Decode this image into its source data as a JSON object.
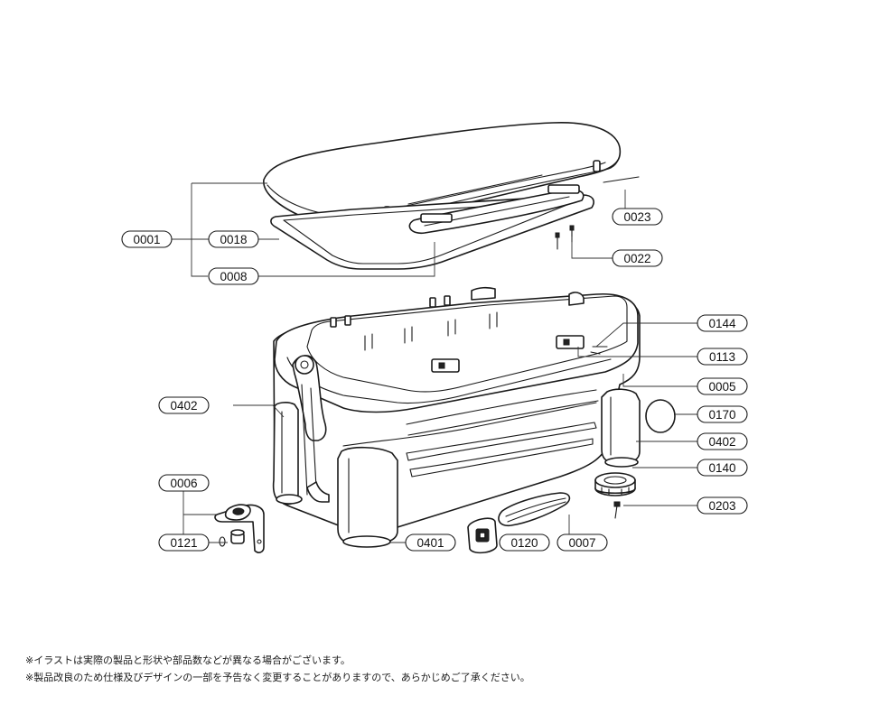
{
  "labels": [
    {
      "id": "0001",
      "text": "0001"
    },
    {
      "id": "0018",
      "text": "0018"
    },
    {
      "id": "0008",
      "text": "0008"
    },
    {
      "id": "0023",
      "text": "0023"
    },
    {
      "id": "0022",
      "text": "0022"
    },
    {
      "id": "0144",
      "text": "0144"
    },
    {
      "id": "0113",
      "text": "0113"
    },
    {
      "id": "0005",
      "text": "0005"
    },
    {
      "id": "0170",
      "text": "0170"
    },
    {
      "id": "0402a",
      "text": "0402"
    },
    {
      "id": "0402b",
      "text": "0402"
    },
    {
      "id": "0140",
      "text": "0140"
    },
    {
      "id": "0203",
      "text": "0203"
    },
    {
      "id": "0006",
      "text": "0006"
    },
    {
      "id": "0121",
      "text": "0121"
    },
    {
      "id": "0401",
      "text": "0401"
    },
    {
      "id": "0120",
      "text": "0120"
    },
    {
      "id": "0007",
      "text": "0007"
    }
  ],
  "notes": {
    "line1": "※イラストは実際の製品と形状や部品数などが異なる場合がございます。",
    "line2": "※製品改良のため仕様及びデザインの一部を予告なく変更することがありますので、あらかじめご了承ください。"
  }
}
